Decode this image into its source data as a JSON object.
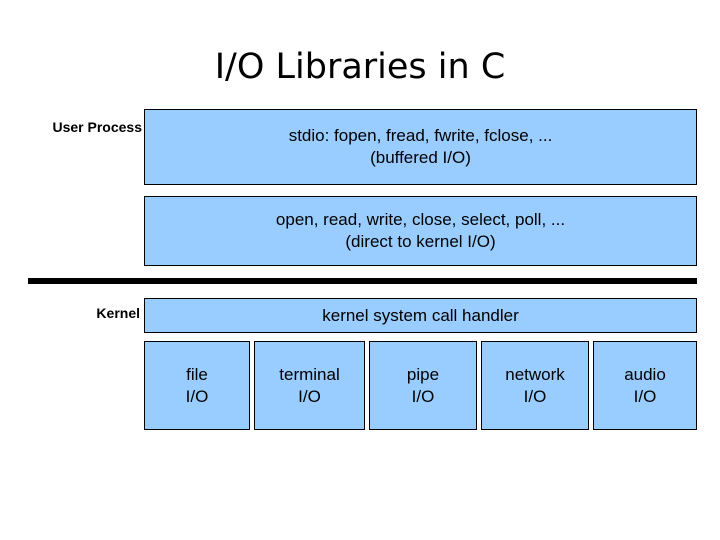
{
  "slide": {
    "title": "I/O Libraries in C",
    "background_color": "#ffffff",
    "box_fill_color": "#99ccff",
    "box_border_color": "#000000",
    "text_color": "#000000"
  },
  "labels": {
    "user_process": "User Process",
    "kernel": "Kernel"
  },
  "layers": {
    "stdio": {
      "line1": "stdio: fopen, fread, fwrite, fclose, ...",
      "line2": "(buffered I/O)"
    },
    "syscalls": {
      "line1": "open, read, write, close, select, poll, ...",
      "line2": "(direct to kernel I/O)"
    },
    "handler": {
      "line1": "kernel system call handler"
    }
  },
  "drivers": [
    {
      "line1": "file",
      "line2": "I/O"
    },
    {
      "line1": "terminal",
      "line2": "I/O"
    },
    {
      "line1": "pipe",
      "line2": "I/O"
    },
    {
      "line1": "network",
      "line2": "I/O"
    },
    {
      "line1": "audio",
      "line2": "I/O"
    }
  ]
}
